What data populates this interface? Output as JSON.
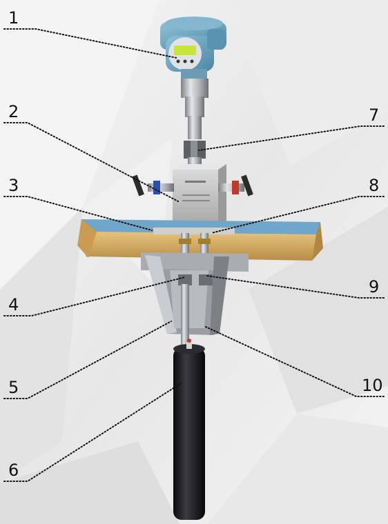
{
  "callouts": [
    {
      "id": "1",
      "label": "1"
    },
    {
      "id": "2",
      "label": "2"
    },
    {
      "id": "3",
      "label": "3"
    },
    {
      "id": "4",
      "label": "4"
    },
    {
      "id": "5",
      "label": "5"
    },
    {
      "id": "6",
      "label": "6"
    },
    {
      "id": "7",
      "label": "7"
    },
    {
      "id": "8",
      "label": "8"
    },
    {
      "id": "9",
      "label": "9"
    },
    {
      "id": "10",
      "label": "10"
    }
  ],
  "colors": {
    "background": "#eeeeee",
    "housing": "#6fa8c4",
    "display": "#c8e43c",
    "steel": "#b0b3b5",
    "pipe_wall": "#d9b36a",
    "pipe_inner": "#6fa6c9",
    "probe": "#1a1a1d",
    "valve_handle": "#2b2b2b",
    "valve_blue": "#2a4fb0",
    "valve_red": "#c0392b",
    "leader": "#111111"
  }
}
